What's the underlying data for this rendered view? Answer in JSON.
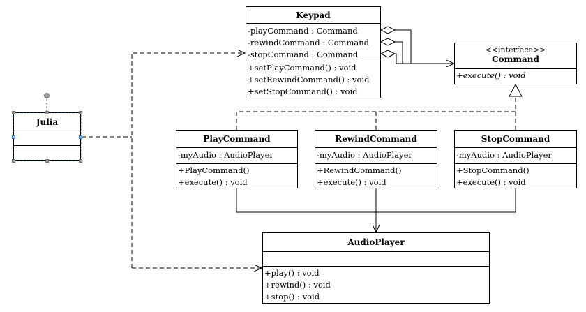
{
  "classes": {
    "keypad": {
      "name": "Keypad",
      "attributes": [
        "-playCommand : Command",
        "-rewindCommand : Command",
        "-stopCommand : Command"
      ],
      "methods": [
        "+setPlayCommand() : void",
        "+setRewindCommand() : void",
        "+setStopCommand() : void"
      ]
    },
    "command": {
      "stereotype": "<<interface>>",
      "name": "Command",
      "methods": [
        "+execute() : void"
      ]
    },
    "julia": {
      "name": "Julia"
    },
    "play_command": {
      "name": "PlayCommand",
      "attributes": [
        "-myAudio : AudioPlayer"
      ],
      "methods": [
        "+PlayCommand()",
        "+execute() : void"
      ]
    },
    "rewind_command": {
      "name": "RewindCommand",
      "attributes": [
        "-myAudio : AudioPlayer"
      ],
      "methods": [
        "+RewindCommand()",
        "+execute() : void"
      ]
    },
    "stop_command": {
      "name": "StopCommand",
      "attributes": [
        "-myAudio : AudioPlayer"
      ],
      "methods": [
        "+StopCommand()",
        "+execute() : void"
      ]
    },
    "audio_player": {
      "name": "AudioPlayer",
      "methods": [
        "+play() : void",
        "+rewind() : void",
        "+stop() : void"
      ]
    }
  },
  "colors": {
    "line": "#000000",
    "selection": "#3a7dc2",
    "handle": "#9a9a9a"
  }
}
